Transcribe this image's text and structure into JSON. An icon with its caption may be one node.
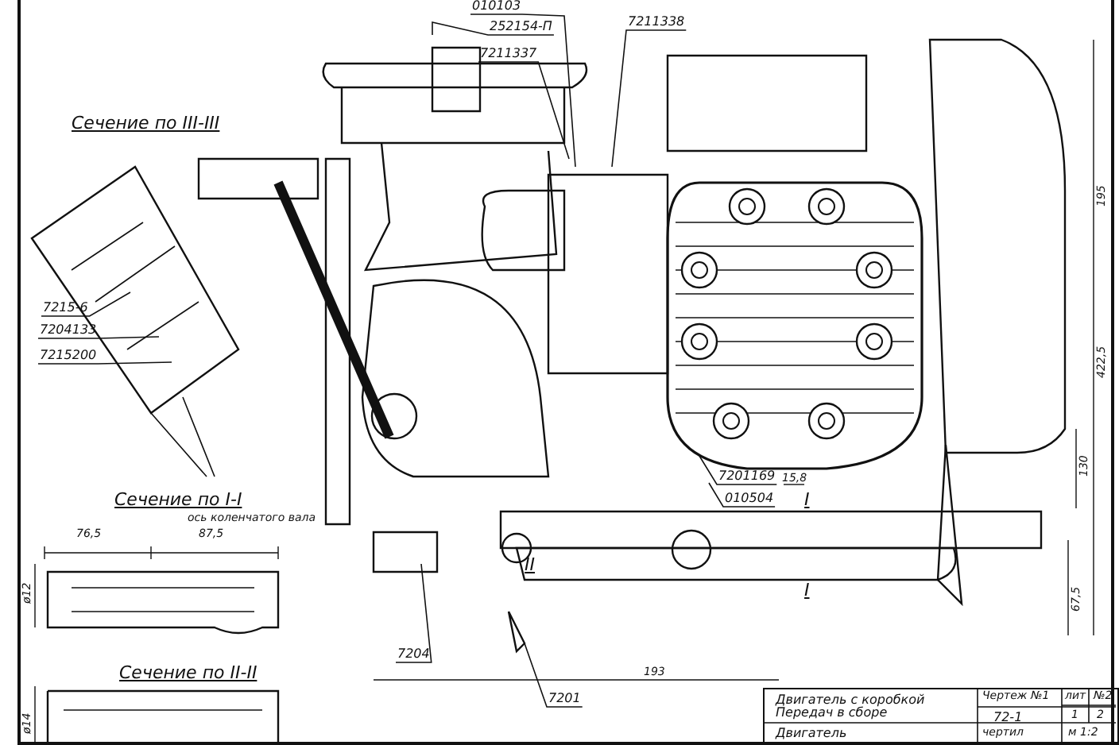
{
  "diagram": {
    "nodes": [
      {
        "text": [
          "010103"
        ]
      },
      {
        "text": [
          "252154-П"
        ]
      },
      {
        "text": [
          "7211337"
        ]
      },
      {
        "text": [
          "7211338"
        ]
      },
      {
        "text": [
          "7215-6"
        ]
      },
      {
        "text": [
          "7204133"
        ]
      },
      {
        "text": [
          "7215200"
        ]
      },
      {
        "text": [
          "7201169"
        ]
      },
      {
        "text": [
          "010504"
        ]
      },
      {
        "text": [
          "7204"
        ]
      },
      {
        "text": [
          "7201"
        ]
      }
    ],
    "edges": [
      {
        "from": 0,
        "to": null,
        "arrow": "none"
      },
      {
        "from": 1,
        "to": null,
        "arrow": "none"
      },
      {
        "from": 2,
        "to": null,
        "arrow": "none"
      },
      {
        "from": 3,
        "to": null,
        "arrow": "none"
      },
      {
        "from": 4,
        "to": null,
        "arrow": "none"
      },
      {
        "from": 5,
        "to": null,
        "arrow": "none"
      },
      {
        "from": 6,
        "to": null,
        "arrow": "none"
      },
      {
        "from": 7,
        "to": null,
        "arrow": "none"
      },
      {
        "from": 8,
        "to": null,
        "arrow": "none"
      },
      {
        "from": 9,
        "to": null,
        "arrow": "none"
      },
      {
        "from": 10,
        "to": null,
        "arrow": "none"
      }
    ],
    "labels": [
      "Сечение по III-III",
      "Сечение по I-I",
      "ось коленчатого вала",
      "76,5",
      "87,5",
      "ø12",
      "Сечение по II-II",
      "ø14",
      "195",
      "422,5",
      "15,8",
      "I",
      "130",
      "II",
      "I",
      "67,5",
      "193",
      "Двигатель с коробкой Передач в сборе",
      "Двигатель",
      "Чертеж №1",
      "72-1",
      "лит",
      "№2",
      "1",
      "2",
      "м 1:2",
      "чертил"
    ]
  }
}
